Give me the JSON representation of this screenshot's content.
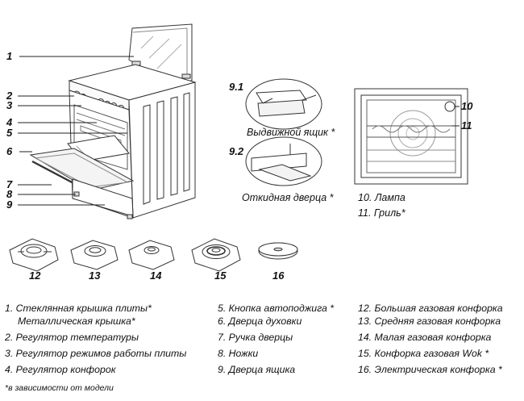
{
  "callouts": {
    "c1": "1",
    "c2": "2",
    "c3": "3",
    "c4": "4",
    "c5": "5",
    "c6": "6",
    "c7": "7",
    "c8": "8",
    "c9": "9",
    "c91": "9.1",
    "c92": "9.2",
    "c10": "10",
    "c11": "11",
    "c12": "12",
    "c13": "13",
    "c14": "14",
    "c15": "15",
    "c16": "16"
  },
  "captions": {
    "drawer": "Выдвижной ящик *",
    "flap_door": "Откидная дверца *",
    "lamp": "10. Лампа",
    "grill": "11. Гриль*"
  },
  "legend": {
    "col1": [
      "1. Стеклянная крышка плиты*",
      "Металлическая крышка*",
      "2. Регулятор  температуры",
      "3. Регулятор режимов работы плиты",
      "4. Регулятор конфорок"
    ],
    "col2": [
      "5. Кнопка автоподжига *",
      "6. Дверца духовки",
      "7. Ручка дверцы",
      "8. Ножки",
      "9. Дверца ящика"
    ],
    "col3": [
      "12. Большая газовая конфорка",
      "13. Средняя газовая конфорка",
      "14. Малая газовая конфорка",
      "15. Конфорка газовая Wok *",
      "16. Электрическая конфорка *"
    ]
  },
  "footnote": "*в зависимости от модели"
}
